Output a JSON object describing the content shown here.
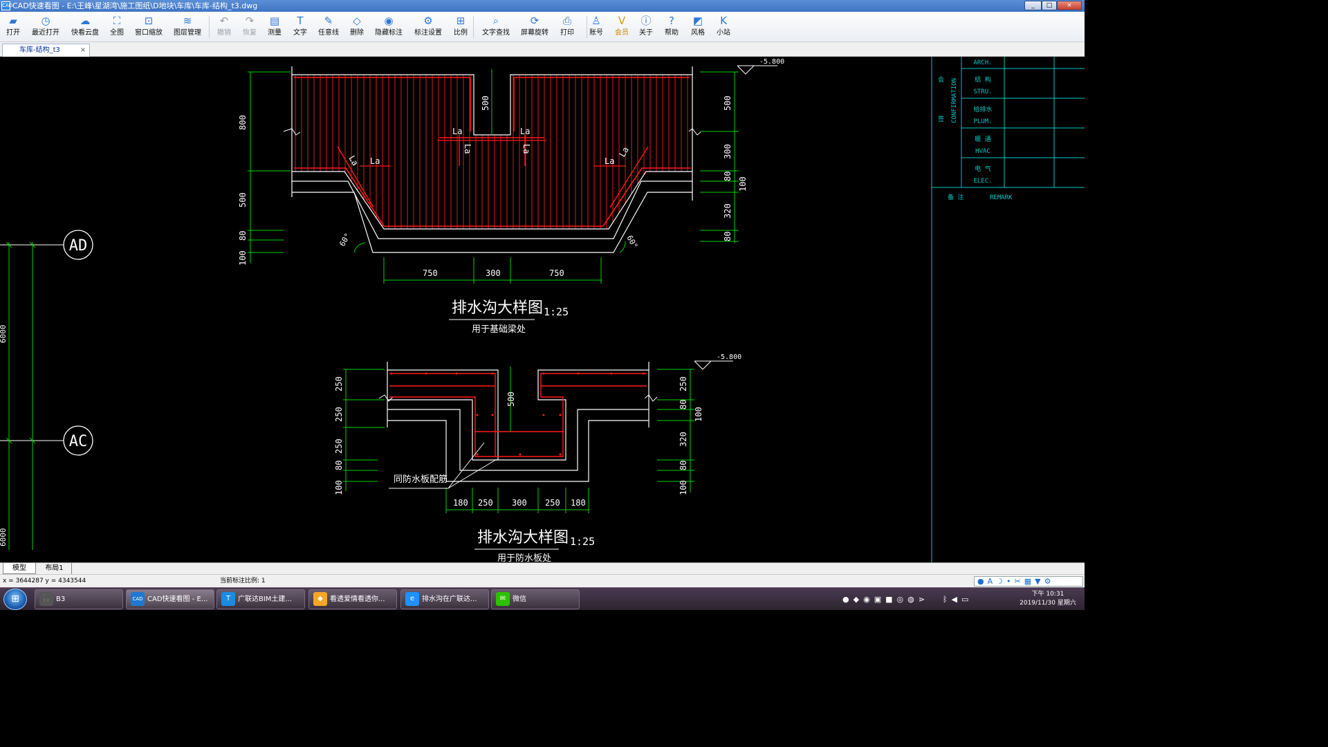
{
  "window": {
    "title": "CAD快速看图 - E:\\王峰\\星湖湾\\施工图纸\\D地块\\车库\\车库-结构_t3.dwg",
    "app_icon": "CAD",
    "min": "_",
    "max": "□",
    "close": "×"
  },
  "toolbar": [
    {
      "id": "open",
      "label": "打开",
      "icon": "folder-icon"
    },
    {
      "id": "recent",
      "label": "最近打开",
      "icon": "clock-icon"
    },
    {
      "id": "cloud",
      "label": "快看云盘",
      "icon": "cloud-icon"
    },
    {
      "id": "full",
      "label": "全图",
      "icon": "fullview-icon"
    },
    {
      "id": "zoomwin",
      "label": "窗口缩放",
      "icon": "zoom-window-icon"
    },
    {
      "id": "layers",
      "label": "图层管理",
      "icon": "layers-icon"
    },
    {
      "id": "undo",
      "label": "撤销",
      "icon": "undo-icon",
      "disabled": true
    },
    {
      "id": "redo",
      "label": "恢复",
      "icon": "redo-icon",
      "disabled": true
    },
    {
      "id": "measure",
      "label": "测量",
      "icon": "ruler-icon"
    },
    {
      "id": "text",
      "label": "文字",
      "icon": "text-icon"
    },
    {
      "id": "freeline",
      "label": "任意线",
      "icon": "pen-icon"
    },
    {
      "id": "delete",
      "label": "删除",
      "icon": "eraser-icon"
    },
    {
      "id": "hidemark",
      "label": "隐藏标注",
      "icon": "eye-hide-icon"
    },
    {
      "id": "marksettings",
      "label": "标注设置",
      "icon": "mark-settings-icon"
    },
    {
      "id": "ratio",
      "label": "比例",
      "icon": "ratio-icon"
    },
    {
      "id": "findtext",
      "label": "文字查找",
      "icon": "find-text-icon"
    },
    {
      "id": "rotate",
      "label": "屏幕旋转",
      "icon": "rotate-icon"
    },
    {
      "id": "print",
      "label": "打印",
      "icon": "printer-icon"
    },
    {
      "id": "account",
      "label": "账号",
      "icon": "user-icon"
    },
    {
      "id": "vip",
      "label": "会员",
      "icon": "vip-icon"
    },
    {
      "id": "about",
      "label": "关于",
      "icon": "info-icon"
    },
    {
      "id": "help",
      "label": "帮助",
      "icon": "help-icon"
    },
    {
      "id": "style",
      "label": "风格",
      "icon": "style-icon"
    },
    {
      "id": "site",
      "label": "小站",
      "icon": "site-icon"
    }
  ],
  "tab": {
    "label": "车库-结构_t3",
    "close": "×"
  },
  "drawing": {
    "top": {
      "title": "排水沟大样图",
      "scale": "1:25",
      "subtitle": "用于基础梁处",
      "level": "-5.800",
      "dims_bottom": [
        "750",
        "300",
        "750"
      ],
      "dims_left": [
        "800",
        "500",
        "80",
        "100"
      ],
      "dims_right": [
        "500",
        "300",
        "80",
        "320",
        "80",
        "100"
      ],
      "dim_center": "500",
      "la_labels": [
        "La",
        "La",
        "La",
        "La",
        "La",
        "La",
        "La",
        "La"
      ],
      "angle": "60°"
    },
    "bottom": {
      "title": "排水沟大样图",
      "scale": "1:25",
      "subtitle": "用于防水板处",
      "level": "-5.800",
      "dims_bottom": [
        "180",
        "250",
        "300",
        "250",
        "180"
      ],
      "dims_left": [
        "250",
        "250",
        "250",
        "80",
        "100"
      ],
      "dims_right": [
        "250",
        "80",
        "100",
        "320",
        "80",
        "100"
      ],
      "dim_center": "500",
      "note": "同防水板配筋"
    },
    "axes": [
      "AD",
      "AC"
    ],
    "left_dims": [
      "6000",
      "6000"
    ],
    "titleblock": {
      "confirm_en": "CONFIRMATION",
      "confirm_cn": [
        "会",
        "签"
      ],
      "rows": [
        {
          "cn": "",
          "en": "ARCH."
        },
        {
          "cn": "结 构",
          "en": "STRU."
        },
        {
          "cn": "给排水",
          "en": "PLUM."
        },
        {
          "cn": "暖 通",
          "en": "HVAC"
        },
        {
          "cn": "电 气",
          "en": "ELEC."
        }
      ],
      "remark_cn": "备 注",
      "remark_en": "REMARK"
    }
  },
  "layout_tabs": [
    "模型",
    "布局1"
  ],
  "status": {
    "coords": "x = 3644287  y = 4343544",
    "scale": "当前标注比例: 1"
  },
  "ime_icons": [
    "user-icon",
    "A",
    "moon-icon",
    "dot-icon",
    "scissors-icon",
    "keyboard-icon",
    "shirt-icon",
    "gear-icon"
  ],
  "taskbar": {
    "items": [
      {
        "label": "B3",
        "icon": "headphones-icon"
      },
      {
        "label": "CAD快速看图 - E...",
        "icon": "cad-icon"
      },
      {
        "label": "广联达BIM土建...",
        "icon": "t-icon"
      },
      {
        "label": "看透爱情看透你...",
        "icon": "media-icon"
      },
      {
        "label": "排水沟在广联达...",
        "icon": "ie-icon"
      },
      {
        "label": "微信",
        "icon": "wechat-icon"
      }
    ],
    "time": "下午 10:31",
    "date": "2019/11/30 星期六"
  },
  "colors": {
    "dim": "#00d400",
    "rebar": "#ff1a1a",
    "line": "#ffffff",
    "cyan": "#00c8c8"
  }
}
